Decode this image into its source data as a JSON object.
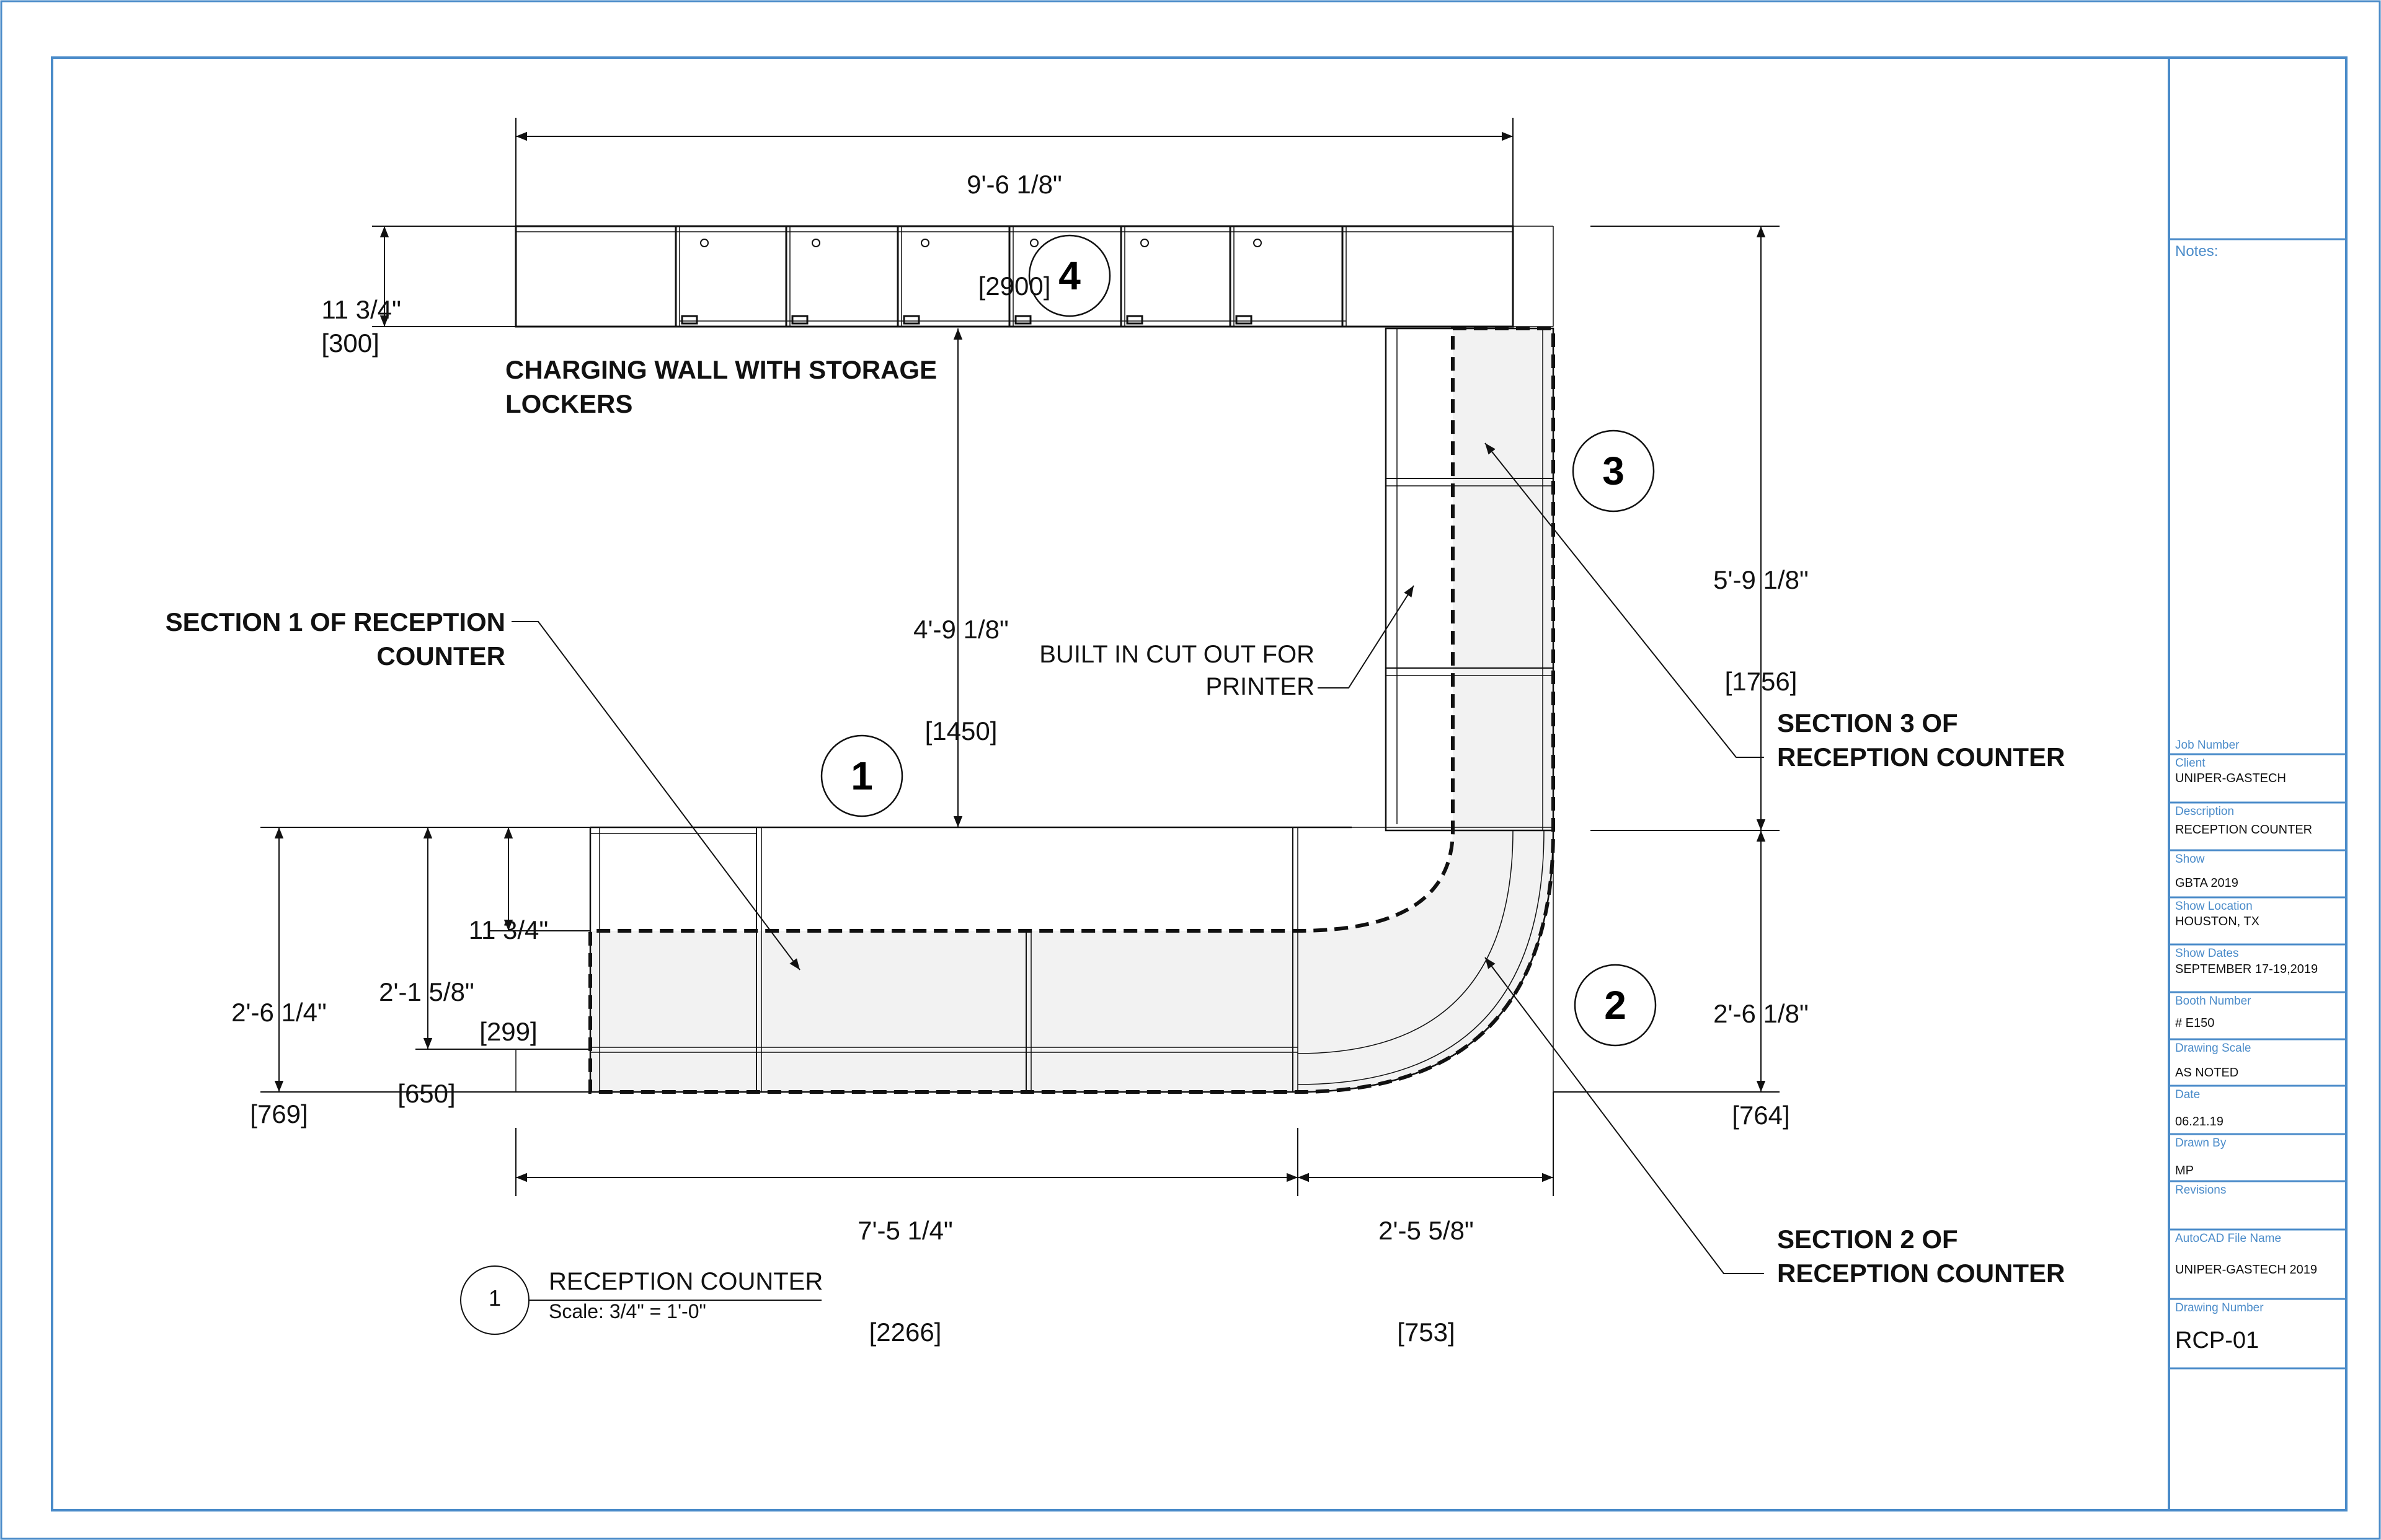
{
  "drawing": {
    "dims": {
      "overall_width": "9'-6 1/8\"",
      "overall_width_mm": "[2900]",
      "wall_depth": "11 3/4\"",
      "wall_depth_mm": "[300]",
      "clear_depth": "4'-9 1/8\"",
      "clear_depth_mm": "[1450]",
      "right_upper": "5'-9 1/8\"",
      "right_upper_mm": "[1756]",
      "right_lower": "2'-6 1/8\"",
      "right_lower_mm": "[764]",
      "left_total": "2'-6 1/4\"",
      "left_total_mm": "[769]",
      "left_mid": "2'-1 5/8\"",
      "left_mid_mm": "[650]",
      "left_small": "11 3/4\"",
      "left_small_mm": "[299]",
      "bottom_left": "7'-5 1/4\"",
      "bottom_left_mm": "[2266]",
      "bottom_right": "2'-5 5/8\"",
      "bottom_right_mm": "[753]"
    },
    "callouts": {
      "charging_wall": "CHARGING WALL WITH STORAGE\nLOCKERS",
      "section1": "SECTION 1 OF RECEPTION\nCOUNTER",
      "printer": "BUILT IN CUT OUT FOR\nPRINTER",
      "section3": "SECTION 3 OF\nRECEPTION COUNTER",
      "section2": "SECTION 2 OF\nRECEPTION COUNTER"
    },
    "tags": [
      "1",
      "2",
      "3",
      "4"
    ],
    "view_title": {
      "number": "1",
      "title": "RECEPTION COUNTER",
      "scale": "Scale: 3/4\" = 1'-0\""
    }
  },
  "title_block": {
    "notes_label": "Notes:",
    "job_number_label": "Job Number",
    "client_label": "Client",
    "client": "UNIPER-GASTECH",
    "description_label": "Description",
    "description": "RECEPTION COUNTER",
    "show_label": "Show",
    "show": "GBTA 2019",
    "show_location_label": "Show Location",
    "show_location": "HOUSTON, TX",
    "show_dates_label": "Show Dates",
    "show_dates": "SEPTEMBER 17-19,2019",
    "booth_number_label": "Booth Number",
    "booth_number": "# E150",
    "drawing_scale_label": "Drawing Scale",
    "drawing_scale": "AS NOTED",
    "date_label": "Date",
    "date": "06.21.19",
    "drawn_by_label": "Drawn By",
    "drawn_by": "MP",
    "revisions_label": "Revisions",
    "autocad_label": "AutoCAD File Name",
    "autocad": "UNIPER-GASTECH 2019",
    "drawing_number_label": "Drawing Number",
    "drawing_number": "RCP-01"
  },
  "colors": {
    "frame": "#4a8bc9",
    "ink": "#111111",
    "fill": "#f2f2f2"
  }
}
